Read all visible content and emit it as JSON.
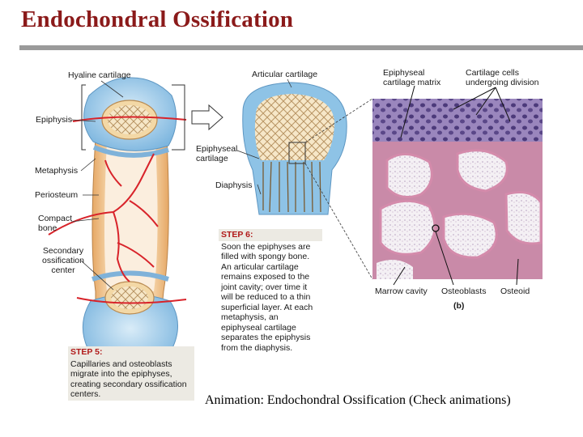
{
  "title": "Endochondral Ossification",
  "labels": {
    "hyaline_cartilage": "Hyaline cartilage",
    "articular_cartilage": "Articular cartilage",
    "epiphysis": "Epiphysis",
    "metaphysis": "Metaphysis",
    "periosteum": "Periosteum",
    "compact_bone": "Compact\nbone",
    "secondary_ossification_center": "Secondary\nossification\ncenter",
    "epiphyseal_cartilage": "Epiphyseal\ncartilage",
    "diaphysis": "Diaphysis",
    "epiphyseal_cartilage_matrix": "Epiphyseal\ncartilage matrix",
    "cartilage_cells_dividing": "Cartilage cells\nundergoing division",
    "marrow_cavity": "Marrow cavity",
    "osteoblasts": "Osteoblasts",
    "osteoid": "Osteoid",
    "panel_b": "(b)"
  },
  "step6": {
    "heading": "STEP 6:",
    "text": "Soon the epiphyses are filled with spongy bone. An articular cartilage remains exposed to the joint cavity; over time it will be reduced to a thin superficial layer. At each metaphysis, an epiphyseal cartilage separates the epiphysis from the diaphysis."
  },
  "step5": {
    "heading": "STEP 5:",
    "text": "Capillaries and osteoblasts migrate into the epiphyses, creating secondary ossification centers."
  },
  "caption": "Animation: Endochondral Ossification (Check animations)",
  "colors": {
    "title": "#8b1a1a",
    "cartilage_blue": "#8ec3e6",
    "bone_tan": "#e9b27a",
    "vessel_red": "#d8232a",
    "histology_purple": "#8e72ae",
    "histology_pink": "#d98aa6"
  }
}
